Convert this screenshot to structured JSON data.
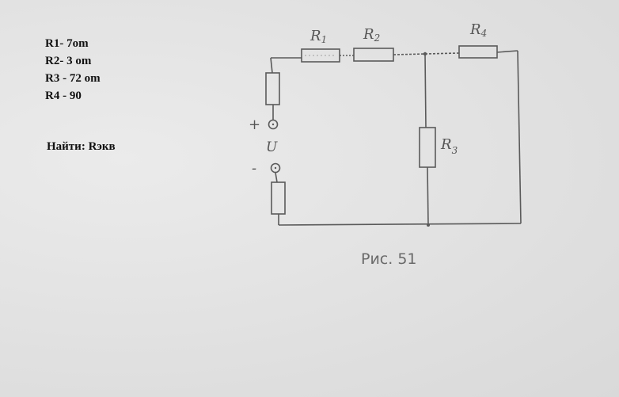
{
  "givens": [
    {
      "text": "R1- 7om"
    },
    {
      "text": "R2- 3 om"
    },
    {
      "text": "R3 - 72 om"
    },
    {
      "text": "R4 - 90"
    }
  ],
  "task": "Найти: Rэкв",
  "diagram": {
    "labels": {
      "r1": "R",
      "r1_sub": "1",
      "r2": "R",
      "r2_sub": "2",
      "r3": "R",
      "r3_sub": "3",
      "r4": "R",
      "r4_sub": "4",
      "plus": "+",
      "minus": "-",
      "voltage": "U"
    },
    "caption": "Рис. 51"
  },
  "colors": {
    "line": "#5a5a5a",
    "paper": "#e4e4e4"
  }
}
